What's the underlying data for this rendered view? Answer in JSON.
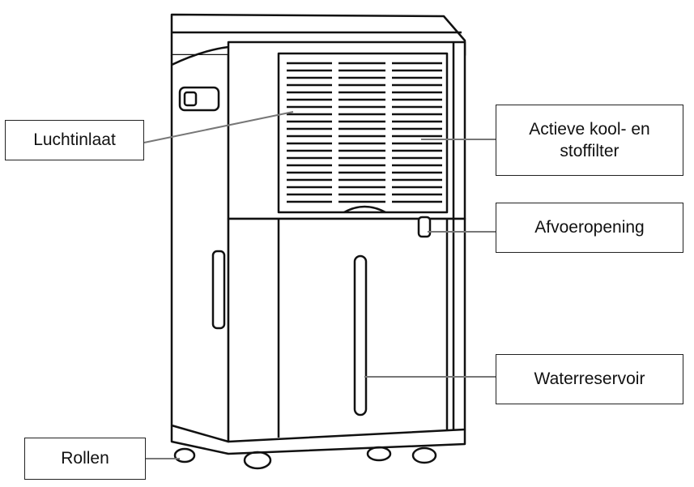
{
  "labels": {
    "air_inlet": "Luchtinlaat",
    "filter": "Actieve kool- en\nstoffilter",
    "drain": "Afvoeropening",
    "reservoir": "Waterreservoir",
    "wheels": "Rollen"
  }
}
